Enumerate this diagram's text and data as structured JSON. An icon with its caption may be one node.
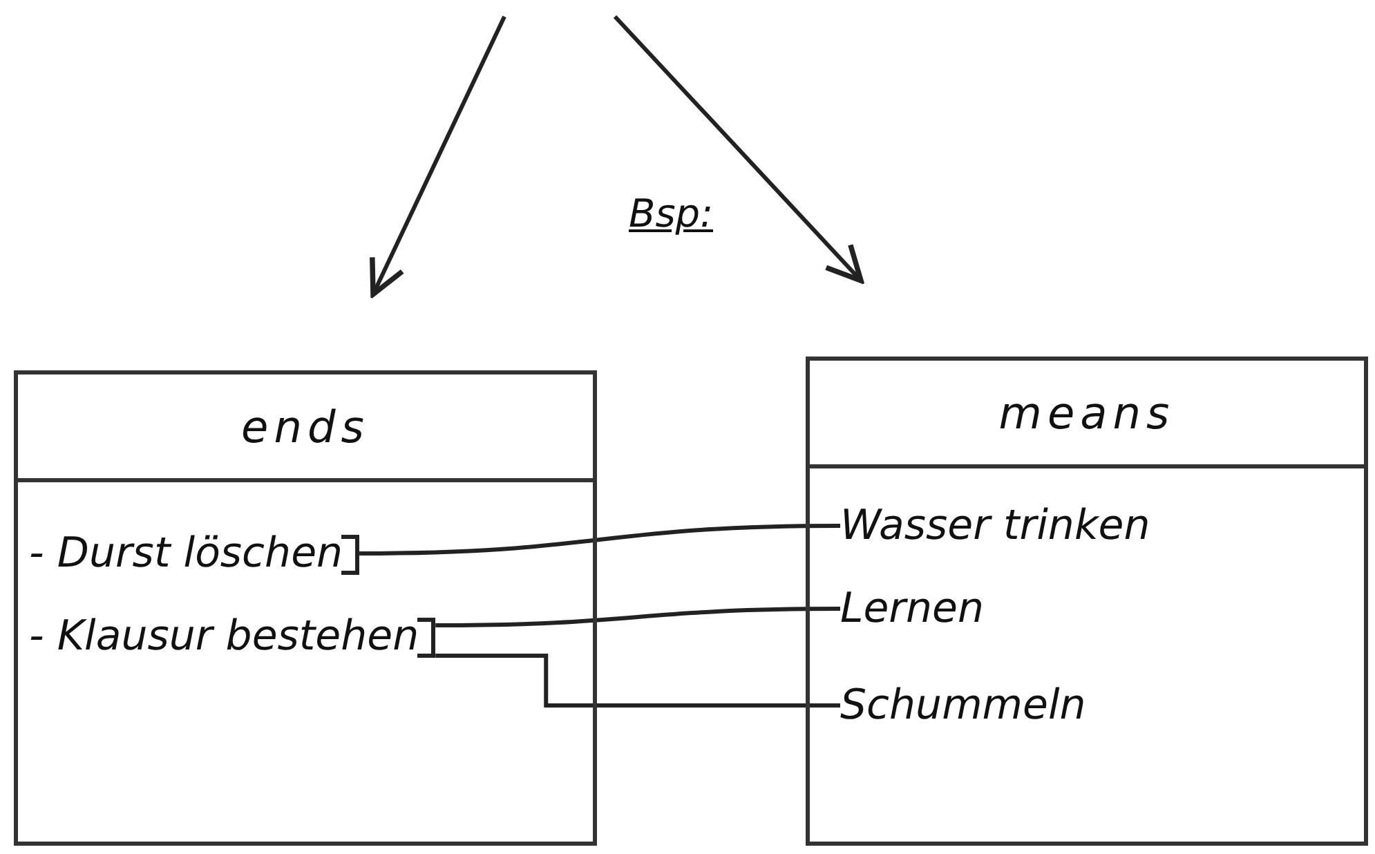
{
  "diagram": {
    "nodes": [
      {
        "text": [
          "ends"
        ]
      },
      {
        "text": [
          "- Durst löschen"
        ],
        "in": 0
      },
      {
        "text": [
          "- Klausur bestehen"
        ],
        "in": 0
      },
      {
        "text": [
          "means"
        ]
      },
      {
        "text": [
          "Wasser trinken"
        ],
        "in": 3
      },
      {
        "text": [
          "Lernen"
        ],
        "in": 3
      },
      {
        "text": [
          "Schummeln"
        ],
        "in": 3
      }
    ],
    "edges": [
      {
        "from": null,
        "to": 0,
        "arrow": "to"
      },
      {
        "from": null,
        "to": 3,
        "arrow": "to"
      },
      {
        "from": 1,
        "to": 4,
        "arrow": "none"
      },
      {
        "from": 2,
        "to": 5,
        "arrow": "none"
      },
      {
        "from": 2,
        "to": 6,
        "arrow": "none"
      }
    ],
    "labels": [
      "Bsp:"
    ]
  }
}
